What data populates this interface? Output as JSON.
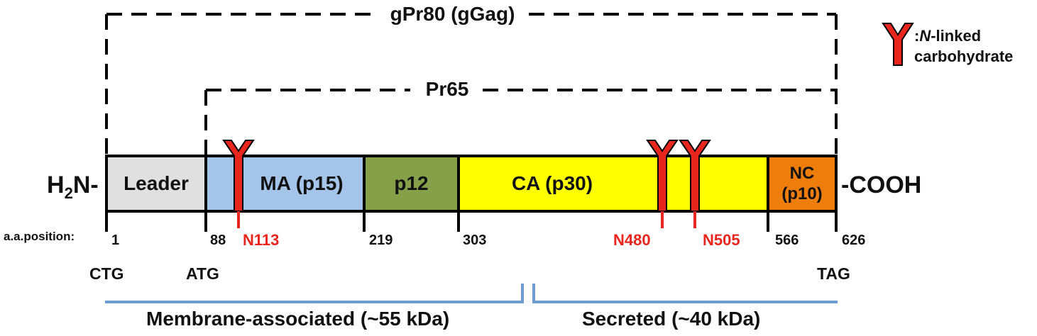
{
  "precursors": {
    "outer": "gPr80 (gGag)",
    "inner": "Pr65"
  },
  "legend": {
    "icon": "n-linked-glycan-icon",
    "prefix": ":",
    "italic": "N",
    "line1_rest": "-linked",
    "line2": "carbohydrate"
  },
  "termini": {
    "n_prefix": "H",
    "n_sub": "2",
    "n_suffix": "N-",
    "c": "-COOH"
  },
  "domains": [
    {
      "name": "Leader",
      "color": "#e0e0e0"
    },
    {
      "name": "MA (p15)",
      "color": "#a4c4ea"
    },
    {
      "name": "p12",
      "color": "#86a04a"
    },
    {
      "name": "CA (p30)",
      "color": "#ffff00"
    },
    {
      "name": "NC\n(p10)",
      "color": "#ef7d0c"
    }
  ],
  "positions": {
    "label": "a.a.position:",
    "values": [
      "1",
      "88",
      "219",
      "303",
      "566",
      "626"
    ]
  },
  "glycosylation_sites": [
    "N113",
    "N480",
    "N505"
  ],
  "codons": {
    "ctg": "CTG",
    "atg": "ATG",
    "tag": "TAG"
  },
  "regions": {
    "membrane": "Membrane-associated (~55 kDa)",
    "secreted": "Secreted (~40 kDa)"
  },
  "colors": {
    "glycan": "#e8261d",
    "bracket": "#6d9dd0",
    "outline": "#000000"
  }
}
